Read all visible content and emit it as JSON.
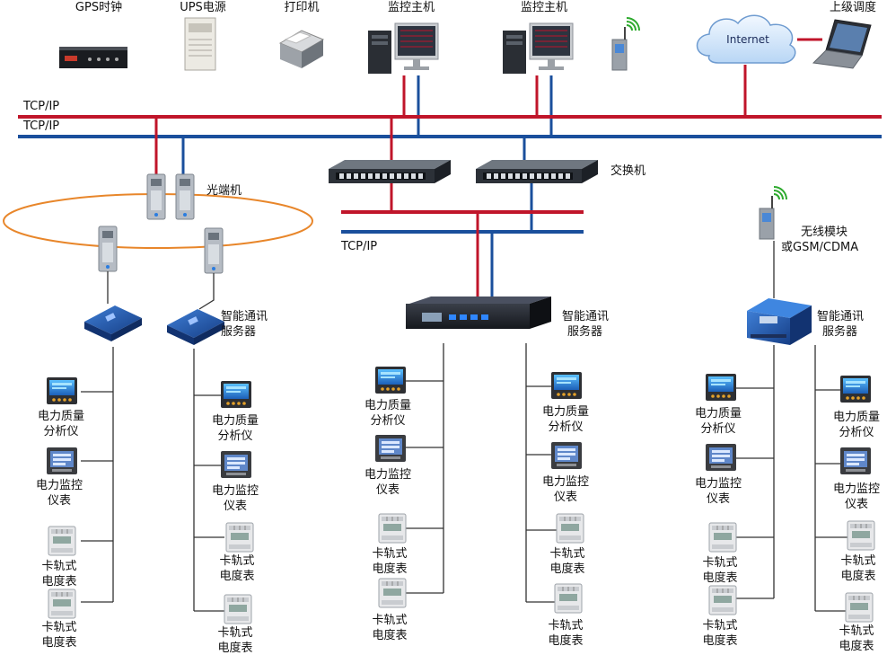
{
  "labels": {
    "gps_clock": "GPS时钟",
    "ups_power": "UPS电源",
    "printer": "打印机",
    "monitor_host_1": "监控主机",
    "monitor_host_2": "监控主机",
    "upper_dispatch": "上级调度",
    "internet": "Internet",
    "tcpip_red": "TCP/IP",
    "tcpip_blue": "TCP/IP",
    "tcpip_mid": "TCP/IP",
    "optical_terminal": "光端机",
    "switch": "交换机",
    "wireless_module_l1": "无线模块",
    "wireless_module_l2": "或GSM/CDMA",
    "comm_server": [
      "智能通讯",
      "服务器"
    ],
    "device_pq": [
      "电力质量",
      "分析仪"
    ],
    "device_pm": [
      "电力监控",
      "仪表"
    ],
    "device_rail": [
      "卡轨式",
      "电度表"
    ]
  },
  "colors": {
    "red_bus": "#c0152a",
    "blue_bus": "#1a4f9c",
    "ring": "#e8862a",
    "line": "#333333"
  }
}
